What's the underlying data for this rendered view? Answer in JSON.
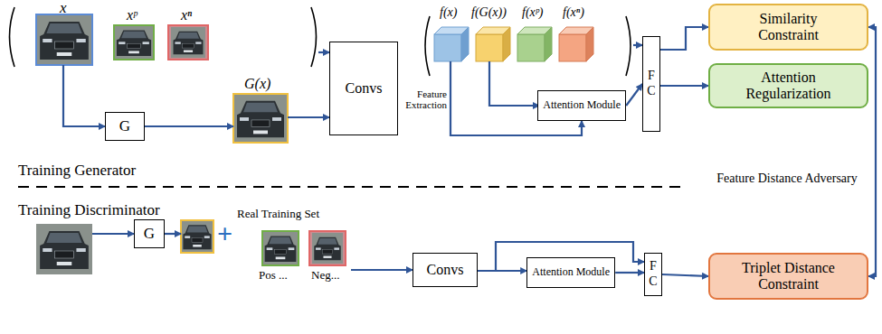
{
  "diagram": {
    "nodes": [
      {
        "text": [
          "G"
        ]
      },
      {
        "text": [
          "Convs"
        ]
      },
      {
        "text": [
          "Attention Module"
        ]
      },
      {
        "text": [
          "F C"
        ]
      },
      {
        "text": [
          "Similarity Constraint"
        ]
      },
      {
        "text": [
          "Attention Regularization"
        ]
      },
      {
        "text": [
          "G"
        ]
      },
      {
        "text": [
          "Convs"
        ]
      },
      {
        "text": [
          "Attention Module"
        ]
      },
      {
        "text": [
          "F C"
        ]
      },
      {
        "text": [
          "Triplet Distance Constraint"
        ]
      }
    ],
    "edges": [
      {
        "from": 2,
        "to": 3,
        "arrow": "to"
      },
      {
        "from": 3,
        "to": 4,
        "arrow": "to"
      },
      {
        "from": 3,
        "to": 5,
        "arrow": "to"
      },
      {
        "from": 4,
        "to": 10,
        "arrow": "both"
      },
      {
        "from": 7,
        "to": 8,
        "arrow": "to"
      },
      {
        "from": 7,
        "to": 9,
        "arrow": "to"
      },
      {
        "from": 8,
        "to": 9,
        "arrow": "to"
      },
      {
        "from": 9,
        "to": 10,
        "arrow": "to"
      }
    ],
    "labels": [
      "x",
      "xᵖ",
      "xⁿ",
      "G(x)",
      "f(x)",
      "f(G(x))",
      "f(xᵖ)",
      "f(xⁿ)",
      "Feature Extraction",
      "Training Generator",
      "Feature Distance Adversary",
      "Training Discriminator",
      "Real Training Set",
      "+",
      "Pos ...",
      "Neg..."
    ]
  }
}
